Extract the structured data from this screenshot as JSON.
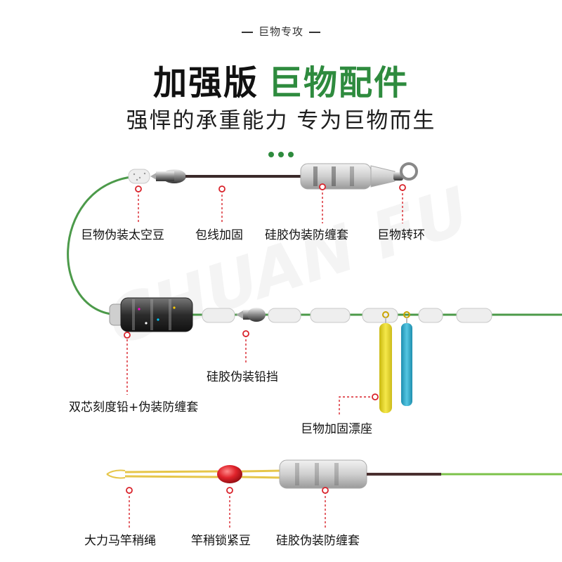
{
  "header": {
    "tag": "巨物专攻",
    "title_part1": "加强版",
    "title_part2": "巨物配件",
    "subtitle": "强悍的承重能力 专为巨物而生"
  },
  "watermark": "CHUAN FU",
  "labels": {
    "space_bean": "巨物伪装太空豆",
    "wrapped_fix": "包线加固",
    "silicone_sleeve_top": "硅胶伪装防缠套",
    "swivel": "巨物转环",
    "silicone_stopper": "硅胶伪装铅挡",
    "dual_core_sinker": "双芯刻度铅+伪装防缠套",
    "float_seat": "巨物加固漂座",
    "rod_tip_rope": "大力马竿稍绳",
    "tip_lock_bean": "竿稍锁紧豆",
    "silicone_sleeve_bottom": "硅胶伪装防缠套"
  },
  "colors": {
    "accent_green": "#2e8b3e",
    "line_green": "#4c9a4a",
    "marker_red": "#d9232b",
    "float_yellow": "#f3e23a",
    "float_blue": "#3fb4d2",
    "braid_yellow": "#e6c64a"
  }
}
